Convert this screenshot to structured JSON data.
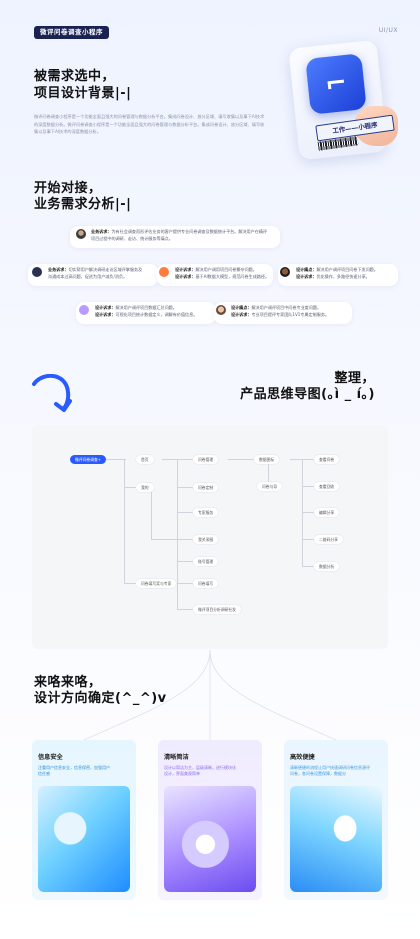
{
  "header": {
    "tag": "微评问卷调查小程序",
    "discipline": "UI/UX"
  },
  "section1": {
    "title_line1": "被需求选中，",
    "title_line2": "项目设计背景|-|",
    "para_lines": [
      "微评问卷调查小程序是一个功能全面且强大的问卷管理与数据分析平台。集成问卷设计、放分区域、填写收集以及事下AI技术",
      "的深度数据分析。微评问卷调查小程序是一个功能全面且强大的问卷管理与数据分析平台。集成问卷设计、放分区域、填写收",
      "集以及事下AI技术的深度数据分析。"
    ],
    "card_ribbon": "工作——小程序"
  },
  "section2": {
    "title_line1": "开始对接，",
    "title_line2": "业务需求分析|-|",
    "top_bubble": {
      "label": "业务诉求：",
      "line1": "为有社会调查而形评估业务的客户提供专业问卷调查及数据统计平台。解决用户在精评",
      "line2": "项目过程中的调研、走访、统计服务等痛点。"
    },
    "left_bubble": {
      "label1": "业务诉求：",
      "text1": "切实帮用户解决调研走访区域评掌服务及",
      "line2": "沟通成本过高问题，促进为用户减负/消负。"
    },
    "mid_bubble": {
      "label1": "设计诉求：",
      "text1": "解决用户调用项目问卷繁杂问题。",
      "label2": "设计诉求：",
      "text2": "基于AI数据大模型，规范问卷生成路径。"
    },
    "right_bubble": {
      "label1": "设计痛点：",
      "text1": "解决用户调评项目问卷下发问题。",
      "label2": "设计诉求：",
      "text2": "优化操作，多路径快速分享。"
    },
    "bottom_left_bubble": {
      "label1": "设计诉求：",
      "text1": "解决用户调评项目数据汇总问题。",
      "label2": "设计诉求：",
      "text2": "可视化项目统计数据定义，调解有价值信息。"
    },
    "bottom_right_bubble": {
      "label1": "设计痛点：",
      "text1": "解决用户调评项目中问卷专业度问题。",
      "label2": "设计诉求：",
      "text2": "专业项目提评专家团队1V1专属定制服务。"
    }
  },
  "section3": {
    "title_line1": "整理，",
    "title_line2": "产品思维导图(｡ì _ í｡)"
  },
  "mindmap": {
    "root": "微评问卷调查+",
    "level1": [
      "首页",
      "我的",
      "问卷填写奖与专家"
    ],
    "level2": [
      "问卷管理",
      "问卷定制",
      "专家服务",
      "我关采服",
      "账号管理",
      "问卷填写",
      "微评项目分析调研社发"
    ],
    "level3": [
      "数据图标",
      "问卷与导"
    ],
    "level4": [
      "查看问卷",
      "查看回收",
      "编辑分享",
      "二维码分享",
      "数据分析"
    ]
  },
  "section4": {
    "title_line1": "来咯来咯，",
    "title_line2": "设计方向确定(^_^)v"
  },
  "features": [
    {
      "title": "信息安全",
      "desc_line1": "注重用户信息安全，信息保密，加强用户",
      "desc_line2": "信任感"
    },
    {
      "title": "清晰简洁",
      "desc_line1": "设计以简洁为主，层级清晰，进行模块化",
      "desc_line2": "设计，界面美观简单"
    },
    {
      "title": "高效便捷",
      "desc_line1": "清晰便捷的流程让用户快速调研问卷信息源评",
      "desc_line2": "问卷，各问卷设置保障，数据分"
    }
  ],
  "colors": {
    "brand": "#2a5bff",
    "dark": "#1a2252"
  }
}
